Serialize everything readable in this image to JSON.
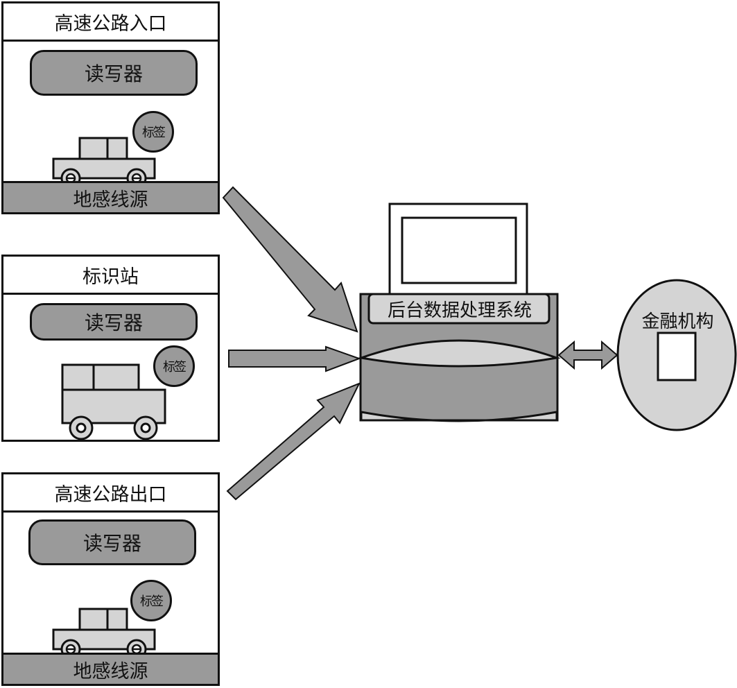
{
  "diagram": {
    "title": "ETC system overview",
    "stations": [
      {
        "id": "entrance",
        "title": "高速公路入口",
        "reader": "读写器",
        "tag": "标签",
        "ground": "地感线源",
        "vehicle": "car"
      },
      {
        "id": "marker",
        "title": "标识站",
        "reader": "读写器",
        "tag": "标签",
        "vehicle": "truck"
      },
      {
        "id": "exit",
        "title": "高速公路出口",
        "reader": "读写器",
        "tag": "标签",
        "ground": "地感线源",
        "vehicle": "car"
      }
    ],
    "backend": {
      "label": "后台数据处理系统"
    },
    "finance": {
      "label": "金融机构"
    },
    "connections": [
      {
        "from": "entrance",
        "to": "backend",
        "direction": "one-way"
      },
      {
        "from": "marker",
        "to": "backend",
        "direction": "one-way"
      },
      {
        "from": "exit",
        "to": "backend",
        "direction": "one-way"
      },
      {
        "from": "backend",
        "to": "finance",
        "direction": "two-way"
      }
    ]
  },
  "colors": {
    "dark_gray": "#9a9a9a",
    "light_gray": "#d4d4d4",
    "outline": "#111111",
    "background": "#ffffff"
  }
}
